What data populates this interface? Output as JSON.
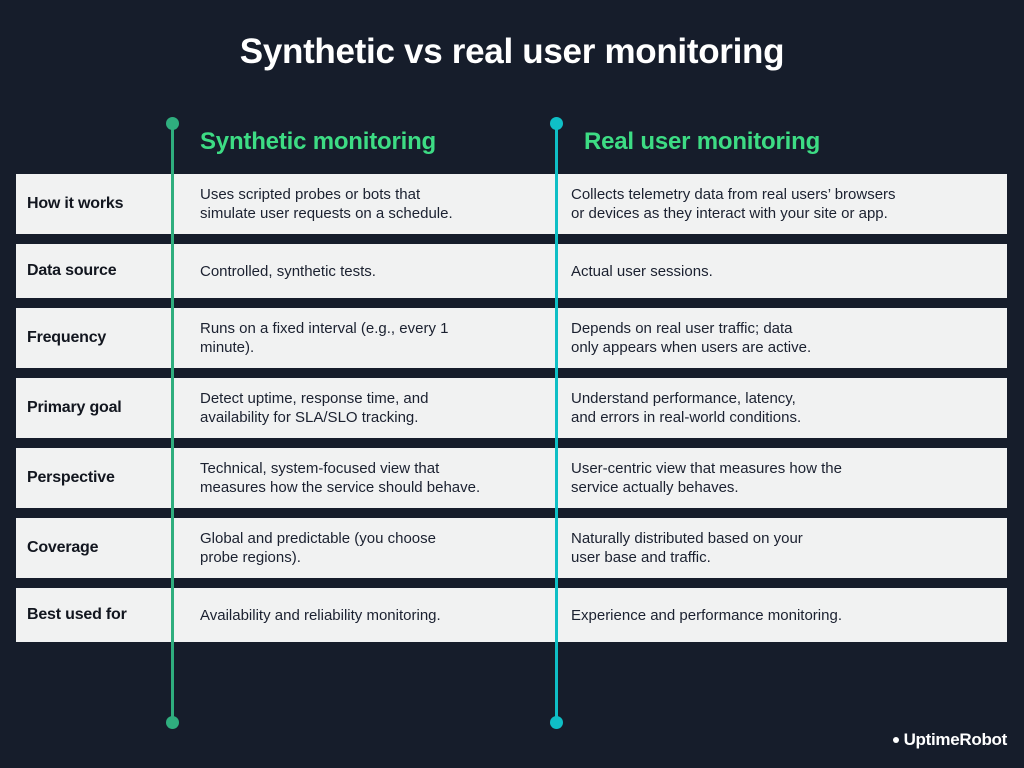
{
  "title": "Synthetic vs real user monitoring",
  "columns": {
    "label_header": "",
    "synthetic": "Synthetic monitoring",
    "rum": "Real user monitoring"
  },
  "colors": {
    "background": "#161d2b",
    "card": "#f1f2f2",
    "header_green": "#3ddc84",
    "rule_synthetic": "#2fae7e",
    "rule_rum": "#0fbfc6",
    "title_text": "#ffffff",
    "body_text": "#1b2130"
  },
  "rows": [
    {
      "label": "How it works",
      "synthetic": "Uses scripted probes or bots that\nsimulate user requests on a schedule.",
      "rum": "Collects telemetry data from real users’ browsers\n or devices as they interact with your site or app."
    },
    {
      "label": "Data source",
      "synthetic": "Controlled, synthetic tests.",
      "rum": "Actual user sessions."
    },
    {
      "label": "Frequency",
      "synthetic": "Runs on a fixed interval (e.g., every 1\nminute).",
      "rum": "Depends on real user traffic; data\nonly appears when users are active."
    },
    {
      "label": "Primary goal",
      "synthetic": "Detect uptime, response time, and\navailability for SLA/SLO tracking.",
      "rum": "Understand performance, latency,\nand errors in real-world conditions."
    },
    {
      "label": "Perspective",
      "synthetic": "Technical, system-focused view that\nmeasures how the service should behave.",
      "rum": "User-centric view that measures how the\nservice actually behaves."
    },
    {
      "label": "Coverage",
      "synthetic": "Global and predictable (you choose\nprobe regions).",
      "rum": "Naturally distributed based on your\nuser base and traffic."
    },
    {
      "label": "Best used for",
      "synthetic": "Availability and reliability monitoring.",
      "rum": "Experience and performance monitoring."
    }
  ],
  "footer": {
    "brand": "UptimeRobot"
  }
}
